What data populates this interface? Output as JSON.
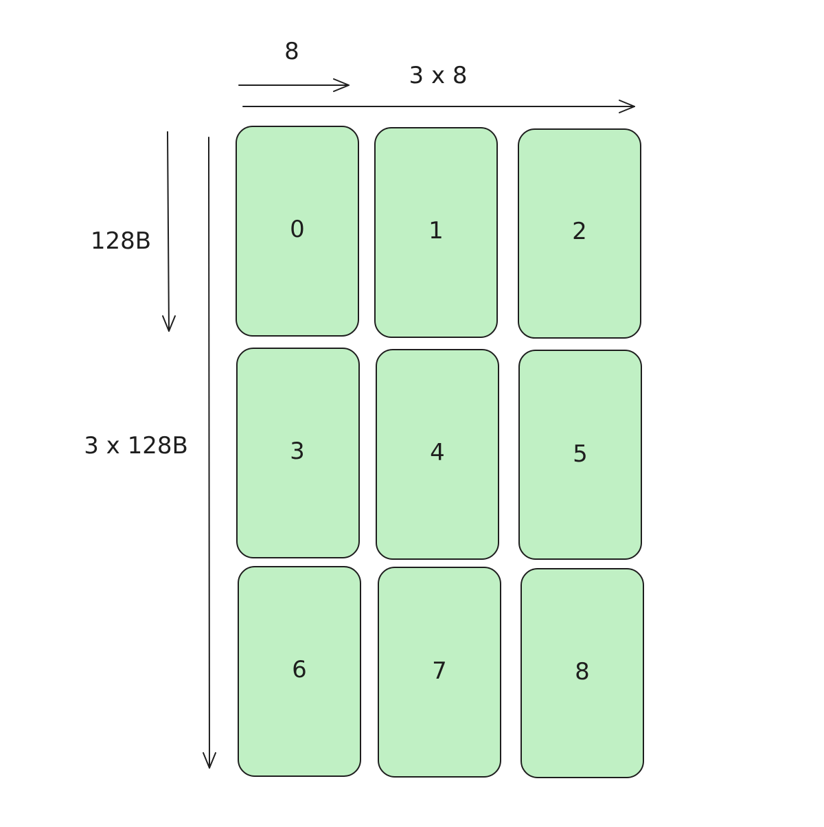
{
  "labels": {
    "tile_width": "8",
    "total_width": "3 x 8",
    "tile_height": "128B",
    "total_height": "3 x 128B"
  },
  "tiles": [
    "0",
    "1",
    "2",
    "3",
    "4",
    "5",
    "6",
    "7",
    "8"
  ],
  "colors": {
    "tile_fill": "#c0f0c4",
    "stroke": "#1e1e1e"
  }
}
